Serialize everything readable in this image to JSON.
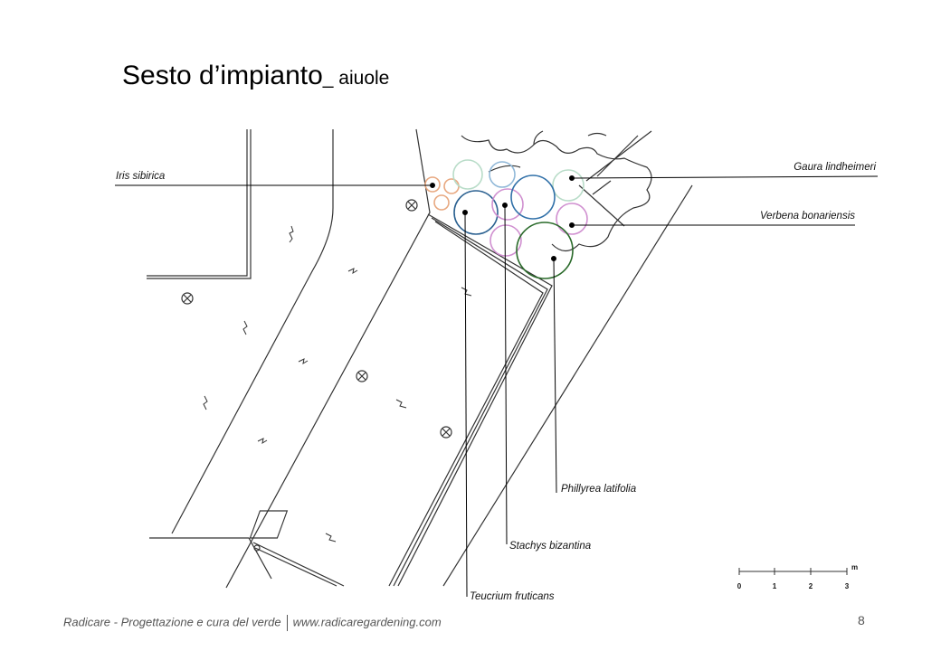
{
  "title": {
    "main": "Sesto d’impianto",
    "sub": "_ aiuole"
  },
  "labels": {
    "iris": "Iris sibirica",
    "gaura": "Gaura lindheimeri",
    "verbena": "Verbena bonariensis",
    "phillyrea": "Phillyrea latifolia",
    "stachys": "Stachys bizantina",
    "teucrium": "Teucrium fruticans"
  },
  "scale_bar": {
    "unit": "m",
    "ticks": [
      "0",
      "1",
      "2",
      "3"
    ]
  },
  "footer": {
    "left": "Radicare - Progettazione e cura del verde",
    "right": "www.radicaregardening.com"
  },
  "page_number": "8",
  "colors": {
    "iris": "#e8a880",
    "gaura": "#b8dcc8",
    "stachys": "#d090d0",
    "verbena_light_blue": "#90b8d8",
    "teucrium": "#2a6090",
    "verbena_blue": "#3070a8",
    "phillyrea": "#2a6a2a"
  }
}
